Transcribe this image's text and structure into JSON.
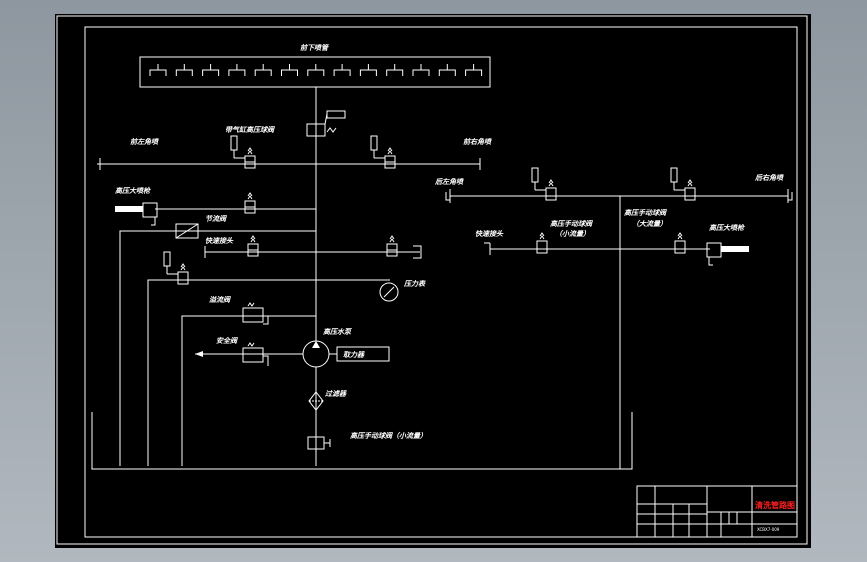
{
  "labels": {
    "front_nozzles": "前下喷管",
    "gas_valve": "带气缸高压球阀",
    "front_left_corner": "前左角喷",
    "front_right_corner": "前右角喷",
    "rear_left_corner": "后左角喷",
    "rear_right_corner": "后右角喷",
    "hp_gun_left": "高压大喷枪",
    "hp_gun_right": "高压大喷枪",
    "throttle": "节流阀",
    "quick_coupling_left": "快速接头",
    "quick_coupling_right": "快速接头",
    "pressure_gauge": "压力表",
    "relief_valve": "溢流阀",
    "safety_valve": "安全阀",
    "hp_pump": "高压水泵",
    "engine": "取力器",
    "filter": "过滤器",
    "hp_manual_small_right": "高压手动球阀",
    "small_flow": "（小流量）",
    "hp_manual_large": "高压手动球阀",
    "large_flow": "（大流量）",
    "hp_manual_small_bottom": "高压手动球阀（小流量）"
  },
  "title_block": {
    "title": "清洗管路图",
    "drawing_no": "XCBX7-009"
  },
  "colors": {
    "line": "#ffffff",
    "paper": "#000000",
    "accent": "#ff2020"
  }
}
